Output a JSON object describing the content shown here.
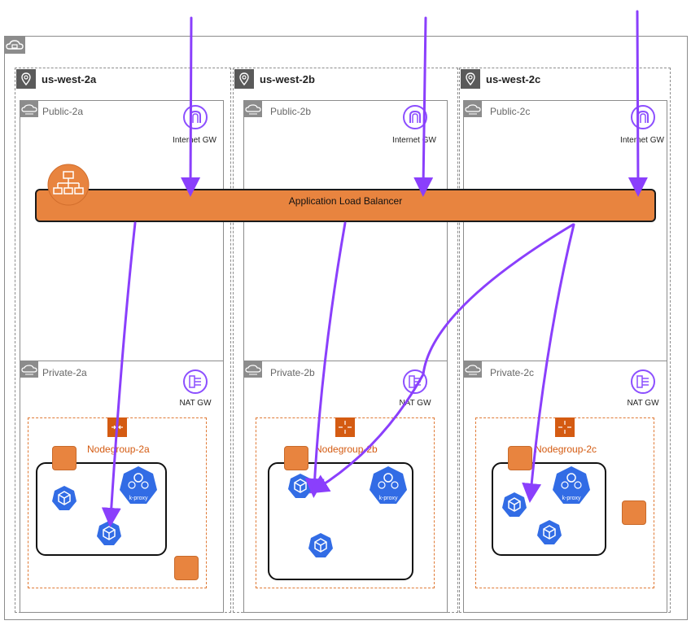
{
  "azs": [
    {
      "label": "us-west-2a",
      "public_label": "Public-2a",
      "private_label": "Private-2a",
      "nodegroup_label": "Nodegroup-2a",
      "igw_label": "Internet GW",
      "nat_label": "NAT GW"
    },
    {
      "label": "us-west-2b",
      "public_label": "Public-2b",
      "private_label": "Private-2b",
      "nodegroup_label": "Nodegroup-2b",
      "igw_label": "Internet GW",
      "nat_label": "NAT GW"
    },
    {
      "label": "us-west-2c",
      "public_label": "Public-2c",
      "private_label": "Private-2c",
      "nodegroup_label": "Nodegroup-2c",
      "igw_label": "Internet GW",
      "nat_label": "NAT GW"
    }
  ],
  "alb": {
    "label": "Application Load Balancer"
  },
  "kproxy": {
    "label": "k-proxy"
  },
  "colors": {
    "arrow": "#8a3ffc",
    "elb": "#e8843f",
    "k8s": "#326ce5",
    "nodegroup": "#d45b12",
    "igw": "#8c4fff"
  },
  "icons": [
    "vpc-icon",
    "region-pin-icon",
    "subnet-cloud-icon",
    "internet-gateway-icon",
    "nat-gateway-icon",
    "elb-icon",
    "auto-scaling-icon",
    "ec2-instance-icon",
    "kubernetes-pod-icon",
    "kube-proxy-icon"
  ]
}
